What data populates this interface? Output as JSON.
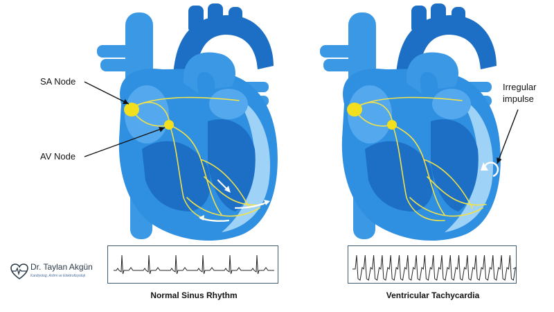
{
  "colors": {
    "heart_outer": "#2f8fe0",
    "heart_mid": "#53a8ee",
    "heart_dark": "#1c6fc4",
    "heart_light": "#9fd2f7",
    "vessel": "#3a98e4",
    "conduction": "#f2e24a",
    "node": "#f3df1e",
    "ecg_line": "#222222",
    "ecg_border": "#3d5a73"
  },
  "left_panel": {
    "sa_label": "SA Node",
    "av_label": "AV Node",
    "caption": "Normal Sinus Rhythm"
  },
  "right_panel": {
    "annotation_line1": "Irregular",
    "annotation_line2": "impulse",
    "caption": "Ventricular Tachycardia"
  },
  "brand": {
    "name": "Dr. Taylan Akgün",
    "subtitle": "Kardiyolog, Aritmi ve Elektrofizyoloji",
    "logo_icon": "heart-ecg-icon"
  }
}
